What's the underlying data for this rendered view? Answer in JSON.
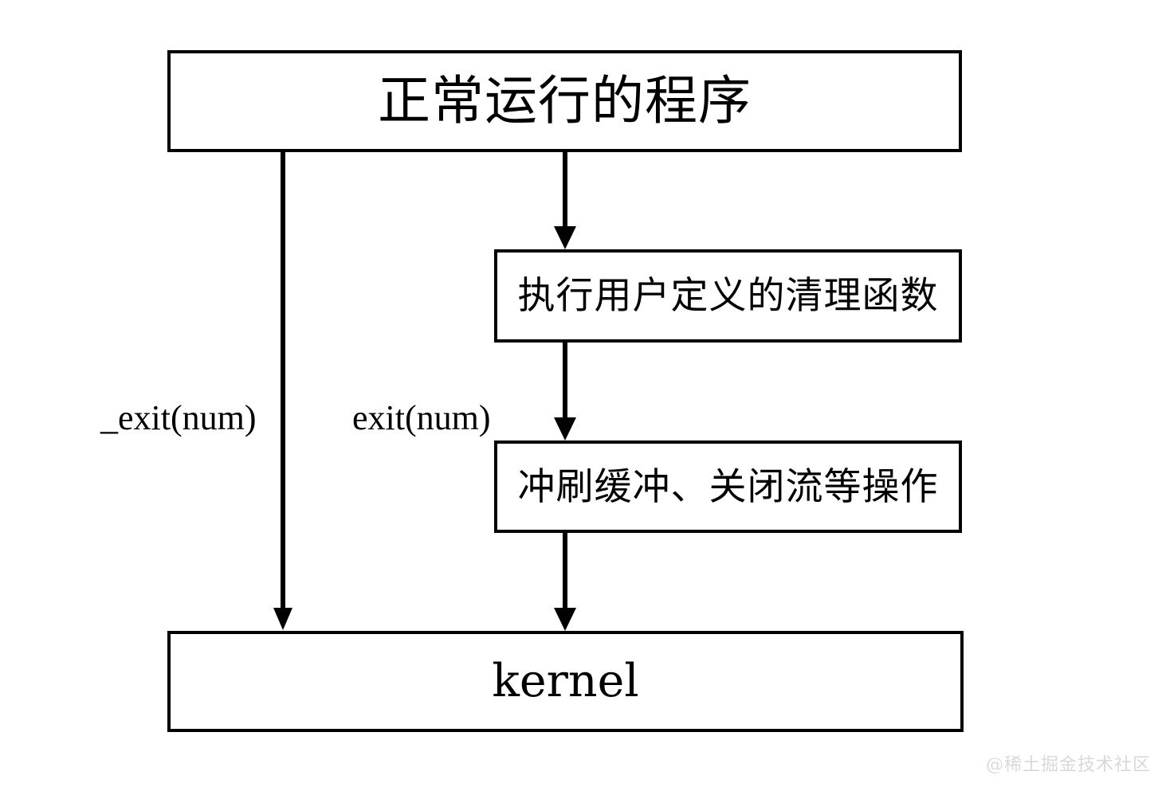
{
  "diagram": {
    "type": "flowchart",
    "title_node": "正常运行的程序",
    "background": "#ffffff",
    "stroke_color": "#000000",
    "nodes": [
      {
        "id": "program",
        "label": "正常运行的程序"
      },
      {
        "id": "cleanup",
        "label": "执行用户定义的清理函数"
      },
      {
        "id": "flush",
        "label": "冲刷缓冲、关闭流等操作"
      },
      {
        "id": "kernel",
        "label": "kernel"
      }
    ],
    "edges": [
      {
        "id": "program-to-kernel",
        "from": "program",
        "to": "kernel",
        "label": "_exit(num)"
      },
      {
        "id": "program-to-cleanup",
        "from": "program",
        "to": "cleanup",
        "label": "exit(num)"
      },
      {
        "id": "cleanup-to-flush",
        "from": "cleanup",
        "to": "flush",
        "label": ""
      },
      {
        "id": "flush-to-kernel",
        "from": "flush",
        "to": "kernel",
        "label": ""
      }
    ],
    "edge_labels": {
      "underscore_exit": "_exit(num)",
      "exit": "exit(num)"
    }
  },
  "watermark": {
    "text": "@稀土掘金技术社区",
    "color": "#d8d8d8"
  }
}
